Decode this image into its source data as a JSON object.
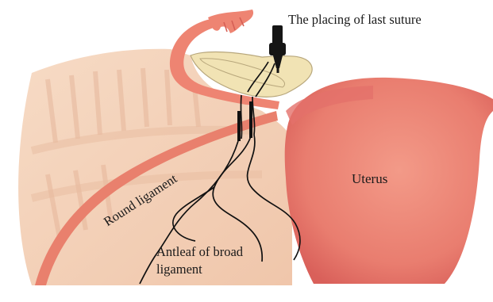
{
  "labels": {
    "suture": "The placing of last suture",
    "uterus": "Uterus",
    "round_ligament": "Round ligament",
    "broad_ligament": "Antleaf of broad ligament"
  },
  "colors": {
    "background": "#ffffff",
    "tissue_tan": "#f1ccb0",
    "tissue_stripe": "#e8b89a",
    "uterus": "#e97d6f",
    "uterus_dark": "#d9605a",
    "tube": "#ec7f6e",
    "ovary": "#f1e3b4",
    "suture": "#111111"
  }
}
